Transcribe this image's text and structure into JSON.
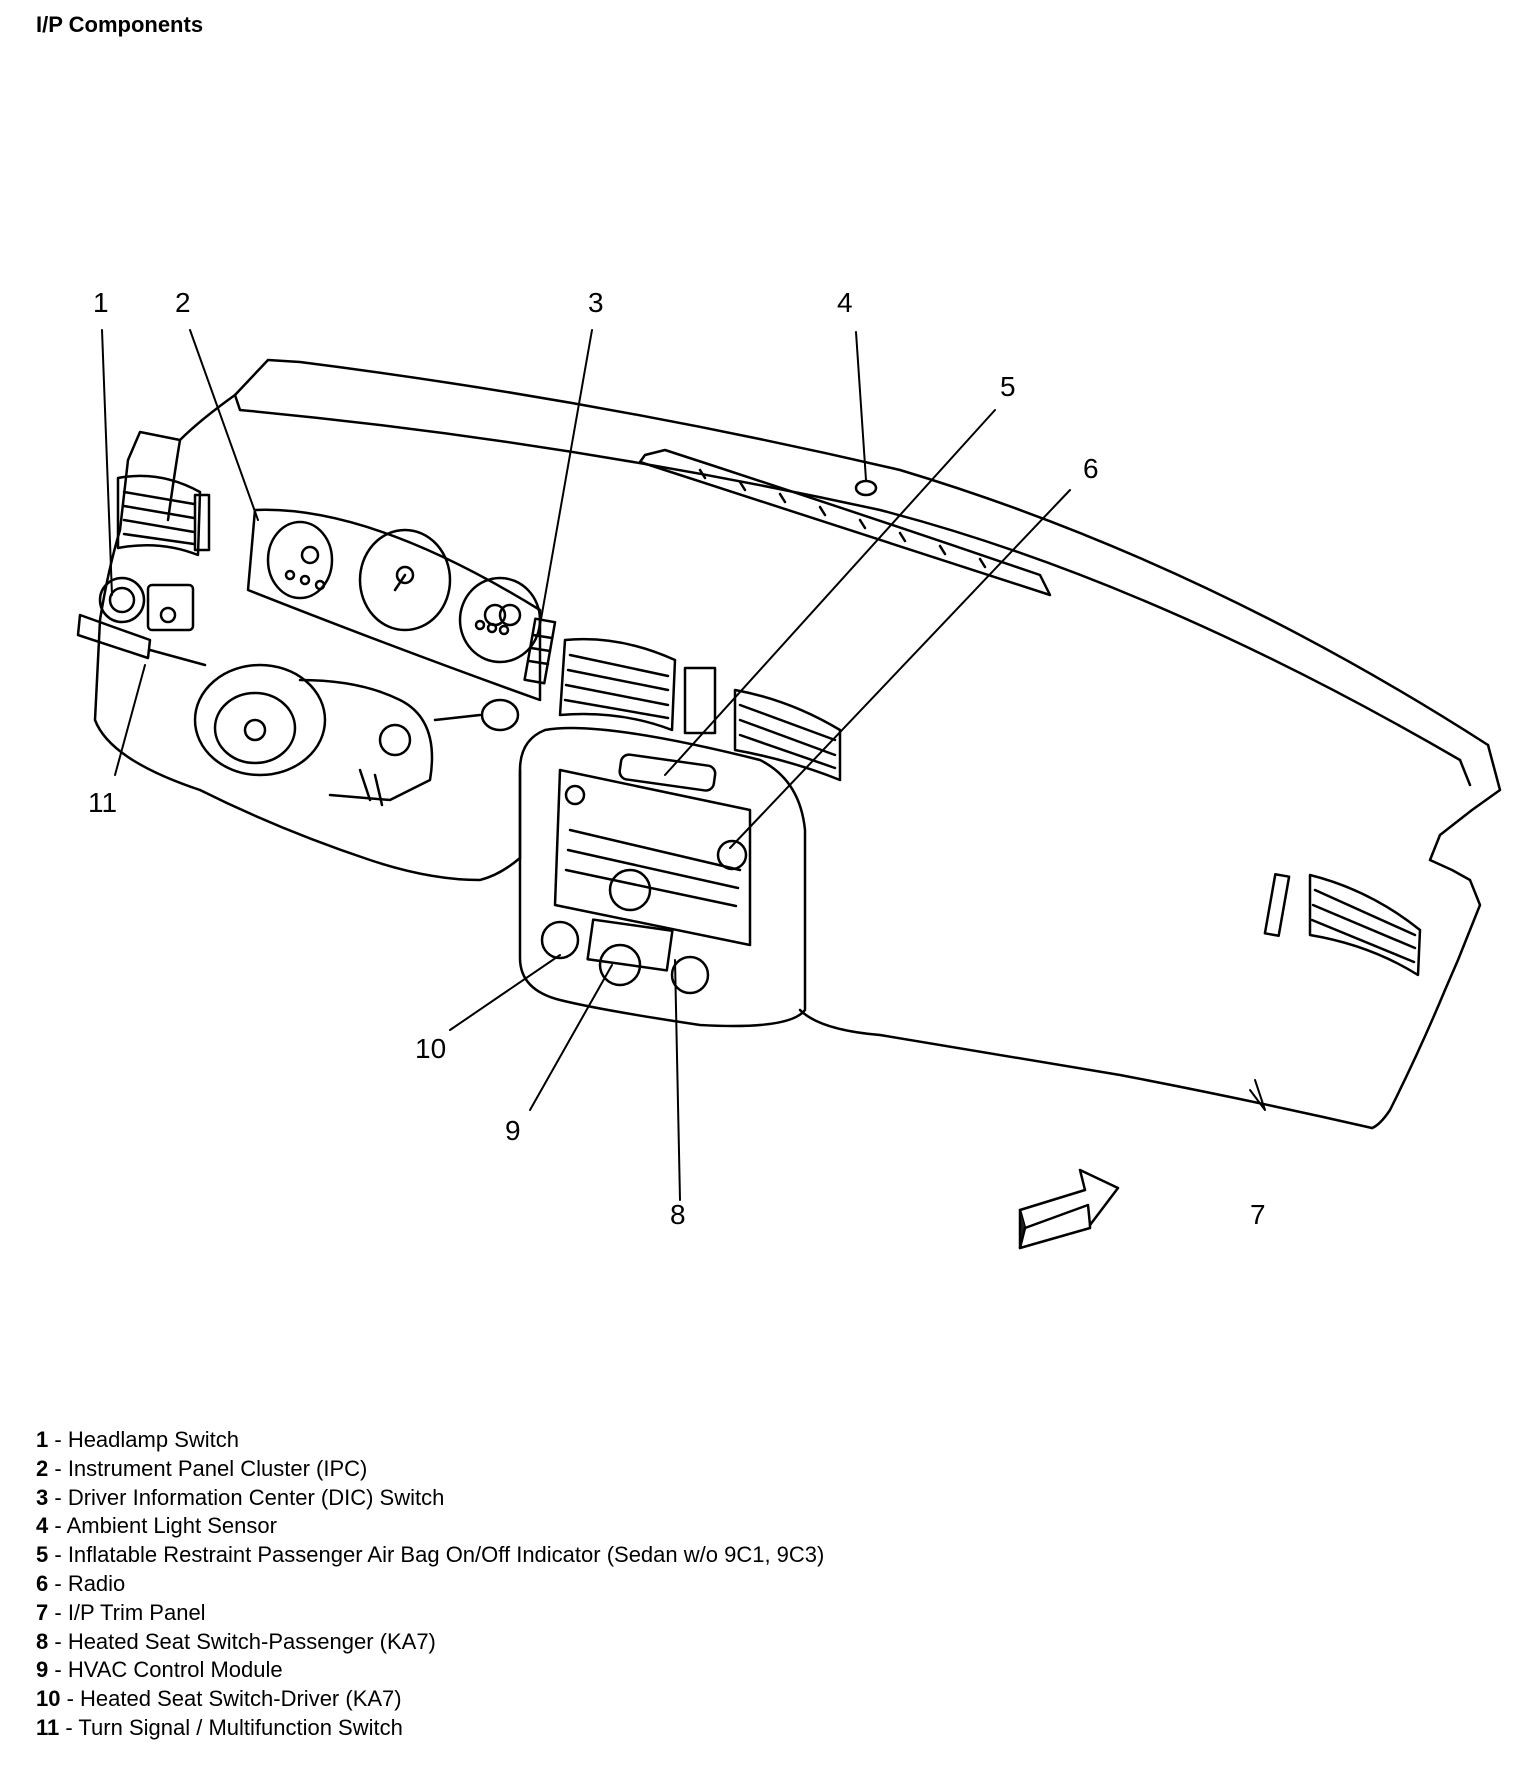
{
  "title": "I/P Components",
  "callouts": [
    {
      "num": "1",
      "label": "Headlamp Switch"
    },
    {
      "num": "2",
      "label": "Instrument Panel Cluster (IPC)"
    },
    {
      "num": "3",
      "label": "Driver Information Center (DIC) Switch"
    },
    {
      "num": "4",
      "label": "Ambient Light Sensor"
    },
    {
      "num": "5",
      "label": "Inflatable Restraint Passenger Air Bag On/Off Indicator (Sedan w/o 9C1, 9C3)"
    },
    {
      "num": "6",
      "label": "Radio"
    },
    {
      "num": "7",
      "label": "I/P Trim Panel"
    },
    {
      "num": "8",
      "label": "Heated Seat Switch-Passenger (KA7)"
    },
    {
      "num": "9",
      "label": "HVAC Control Module"
    },
    {
      "num": "10",
      "label": "Heated Seat Switch-Driver (KA7)"
    },
    {
      "num": "11",
      "label": "Turn Signal / Multifunction Switch"
    }
  ],
  "legend_separator": " - "
}
